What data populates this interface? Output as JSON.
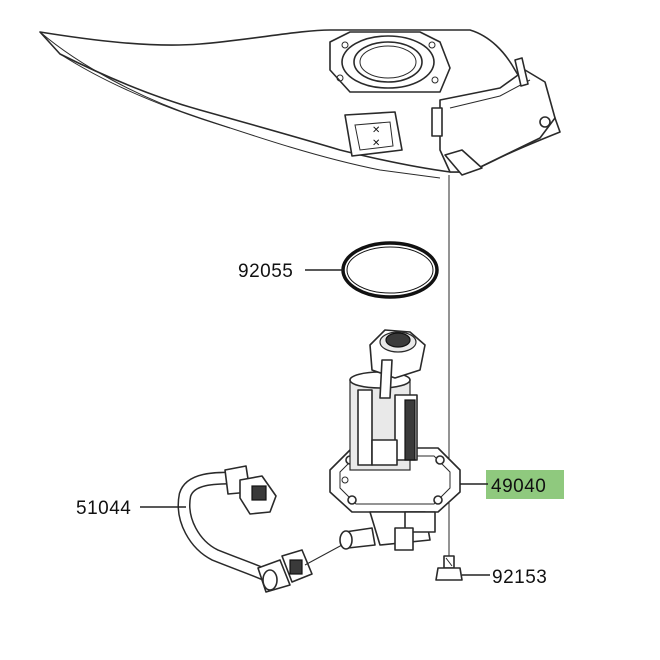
{
  "parts": [
    {
      "number": "92055",
      "part": "o-ring"
    },
    {
      "number": "49040",
      "part": "fuel-pump-assembly",
      "highlighted": true
    },
    {
      "number": "51044",
      "part": "fuel-hose"
    },
    {
      "number": "92153",
      "part": "bolt"
    }
  ],
  "colors": {
    "highlight": "#8fc97e",
    "line": "#222222"
  }
}
